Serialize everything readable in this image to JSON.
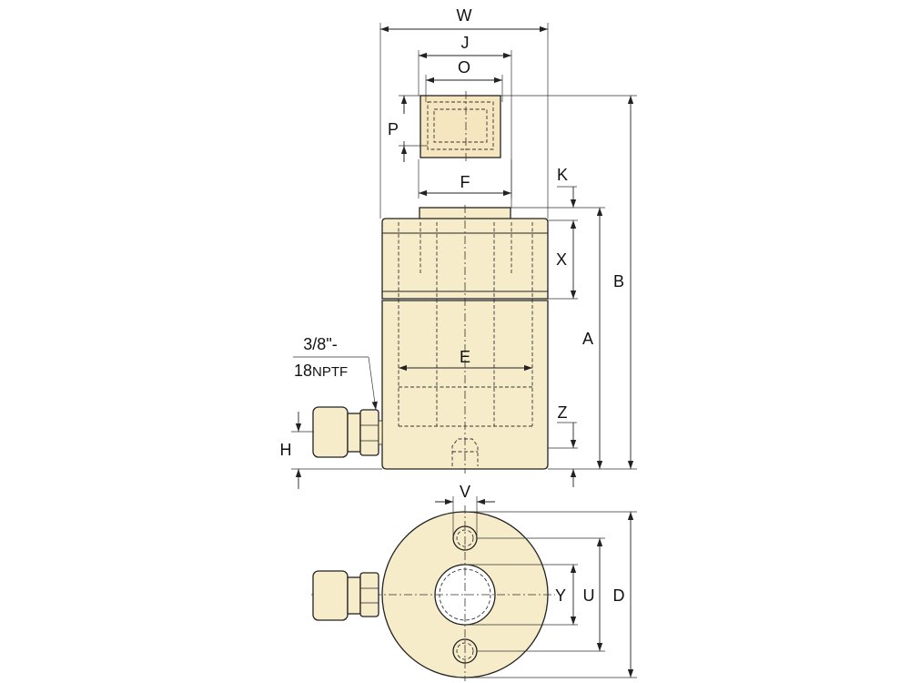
{
  "colors": {
    "body": "#f6ecc9",
    "saddle": "#f6e6c0",
    "outline": "#222222",
    "background": "#ffffff"
  },
  "labels": {
    "W": "W",
    "J": "J",
    "O": "O",
    "P": "P",
    "F": "F",
    "K": "K",
    "X": "X",
    "B": "B",
    "A": "A",
    "E": "E",
    "Z": "Z",
    "H": "H",
    "port_line1": "3/8\"-",
    "port_num": "18",
    "port_unit": "NPTF",
    "V": "V",
    "Y": "Y",
    "U": "U",
    "D": "D"
  }
}
